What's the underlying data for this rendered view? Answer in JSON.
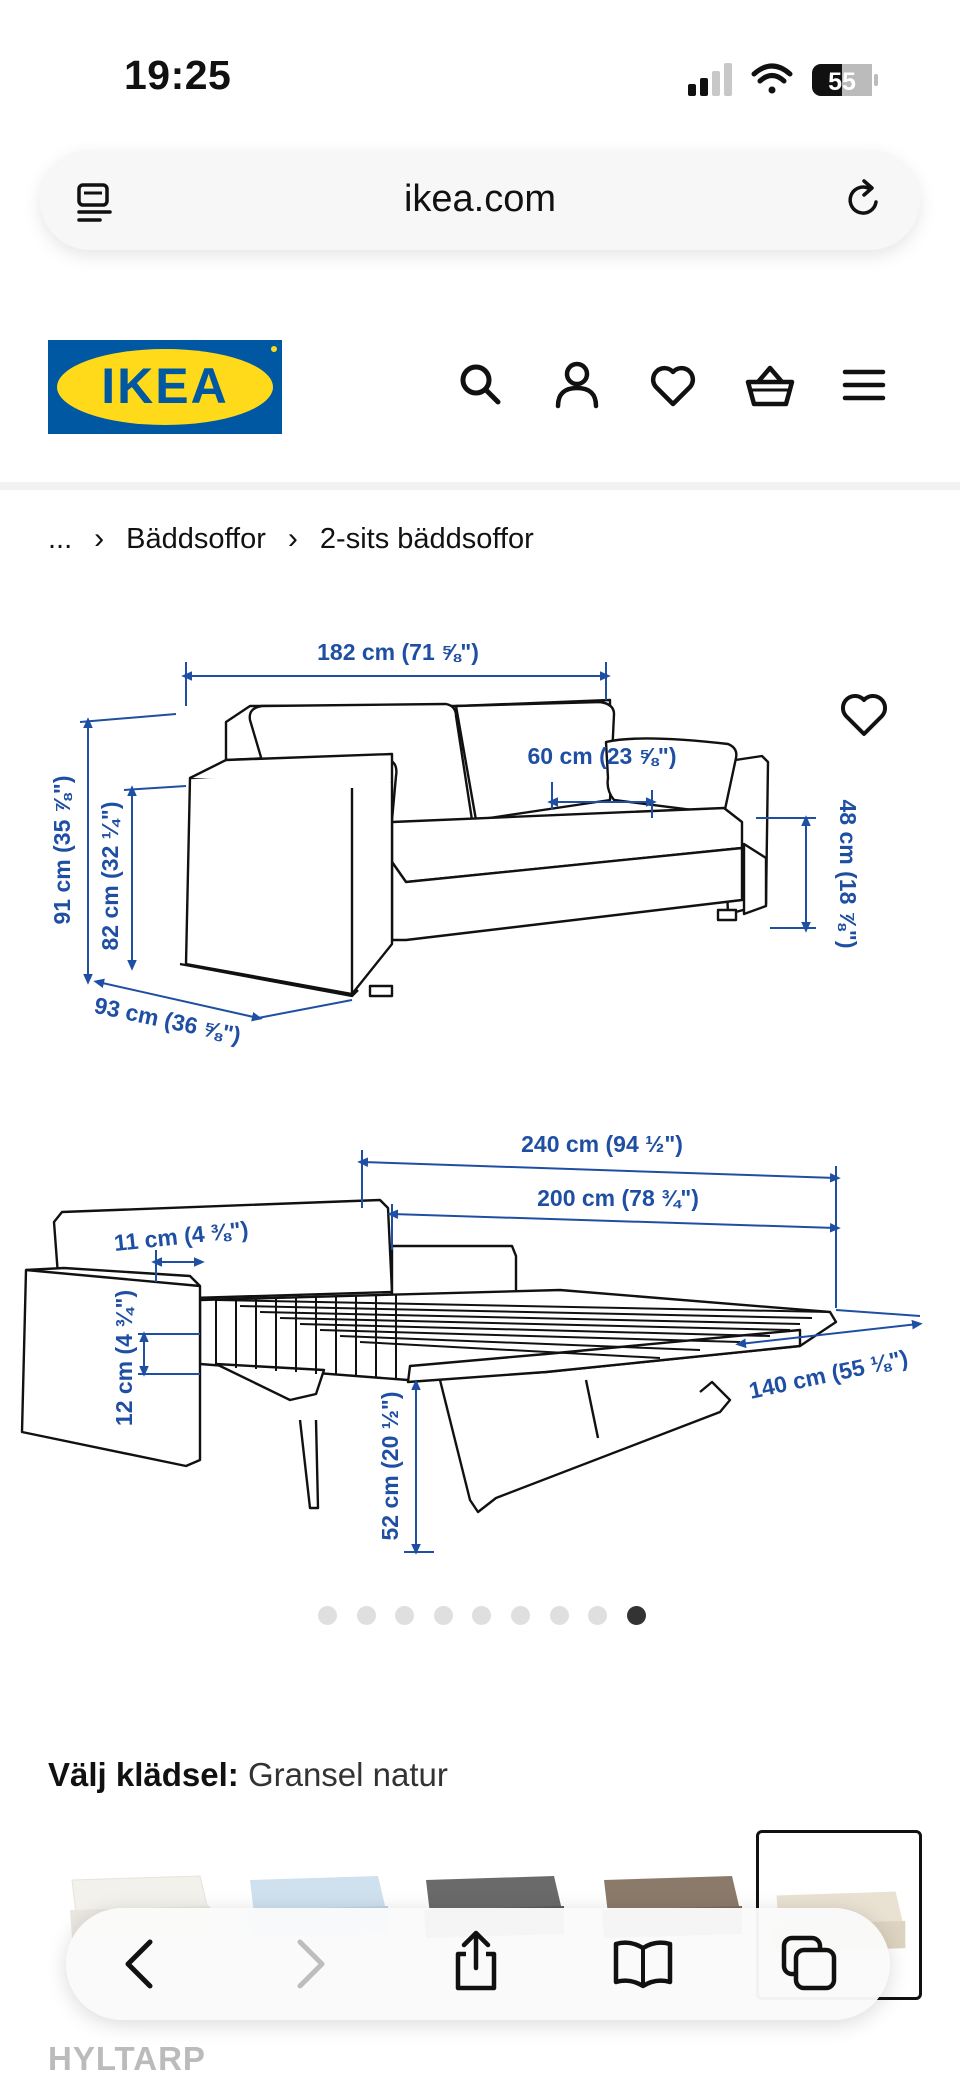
{
  "status": {
    "time": "19:25",
    "battery": "55"
  },
  "browser": {
    "url": "ikea.com"
  },
  "brand": {
    "logo_text": "IKEA",
    "blue": "#0058a3",
    "yellow": "#ffda1a"
  },
  "breadcrumb": {
    "items": [
      "...",
      "Bäddsoffor",
      "2-sits bäddsoffor"
    ]
  },
  "dimensions": {
    "width_seat": "182 cm (71 ⅝\")",
    "cushion": "60 cm (23 ⅝\")",
    "height_total": "91 cm (35 ⅞\")",
    "height_back": "82 cm (32 ¼\")",
    "seat_height": "48 cm (18 ⅞\")",
    "depth": "93 cm (36 ⅝\")",
    "bed_total_length": "240 cm (94 ½\")",
    "bed_length": "200 cm (78 ¾\")",
    "arm_width": "11 cm (4 ⅜\")",
    "mattress_thickness": "12 cm (4 ¾\")",
    "bed_height": "52 cm (20 ½\")",
    "bed_width": "140 cm (55 ⅛\")",
    "line_color": "#1f4fa3"
  },
  "gallery": {
    "dot_count": 9,
    "active_index": 8
  },
  "upholstery": {
    "label": "Välj klädsel:",
    "value": "Gransel natur"
  },
  "product": {
    "name": "HYLTARP"
  }
}
